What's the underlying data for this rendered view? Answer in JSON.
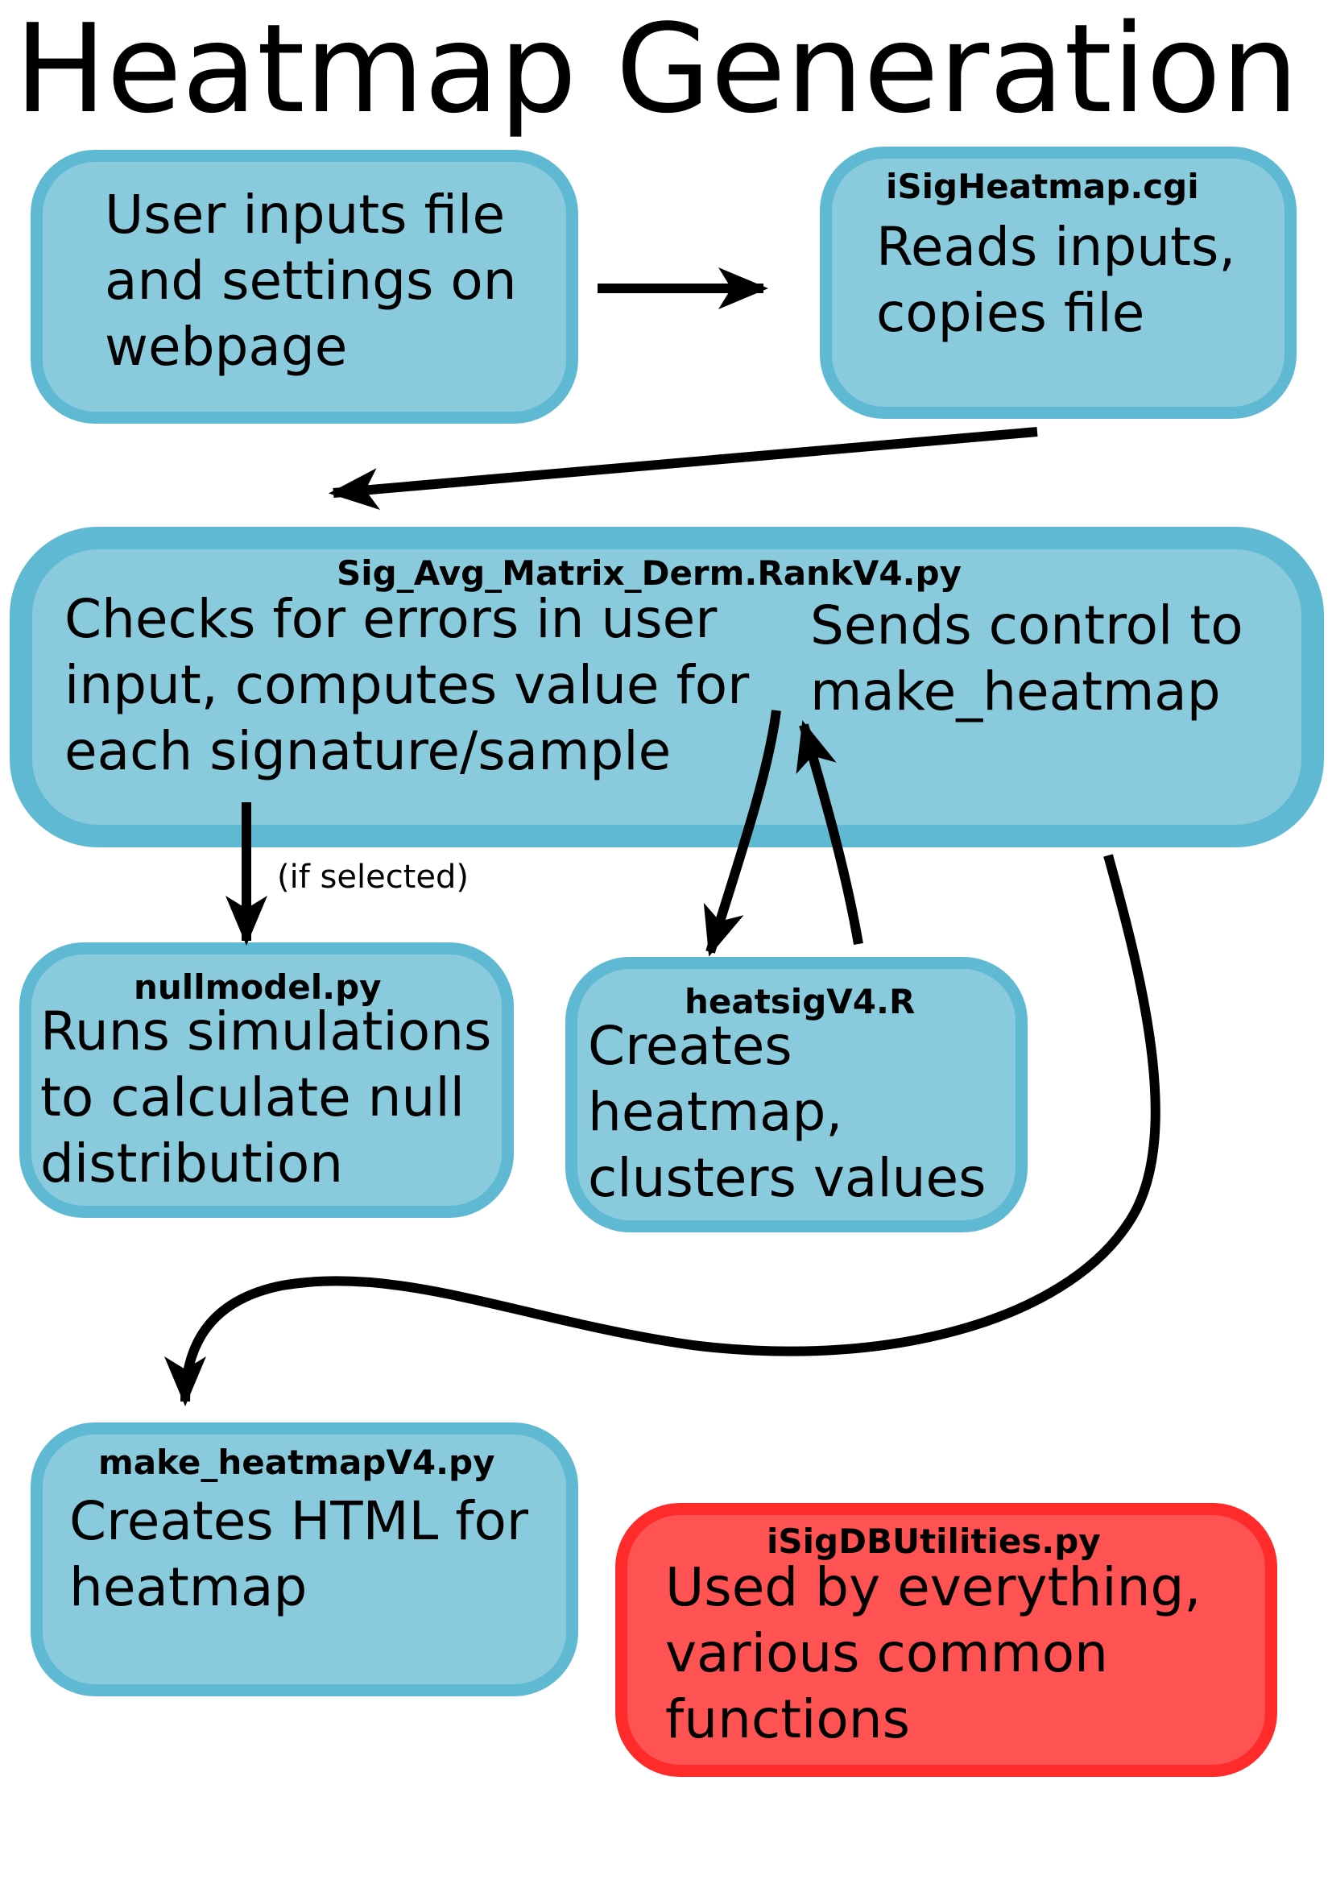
{
  "title": "Heatmap Generation",
  "colors": {
    "box_fill": "#89cbdc",
    "box_border": "#5fb9d3",
    "utility_fill": "#ff5252",
    "utility_border": "#ff2a2a",
    "arrow": "#000000"
  },
  "nodes": {
    "user_input": {
      "text": "User inputs file\nand settings on\nwebpage"
    },
    "cgi": {
      "label": "iSigHeatmap.cgi",
      "text": "Reads inputs,\ncopies file"
    },
    "matrix": {
      "label": "Sig_Avg_Matrix_Derm.RankV4.py",
      "text_left": "Checks for errors in user\ninput, computes value for\neach signature/sample",
      "text_right": "Sends control to\nmake_heatmap"
    },
    "nullmodel": {
      "label": "nullmodel.py",
      "text": "Runs simulations\nto calculate null\ndistribution"
    },
    "heatsig": {
      "label": "heatsigV4.R",
      "text": "Creates\nheatmap,\nclusters values"
    },
    "make_heatmap": {
      "label": "make_heatmapV4.py",
      "text": "Creates HTML for\nheatmap"
    },
    "utilities": {
      "label": "iSigDBUtilities.py",
      "text": "Used by everything,\nvarious common\nfunctions"
    }
  },
  "edge_labels": {
    "if_selected": "(if selected)"
  }
}
